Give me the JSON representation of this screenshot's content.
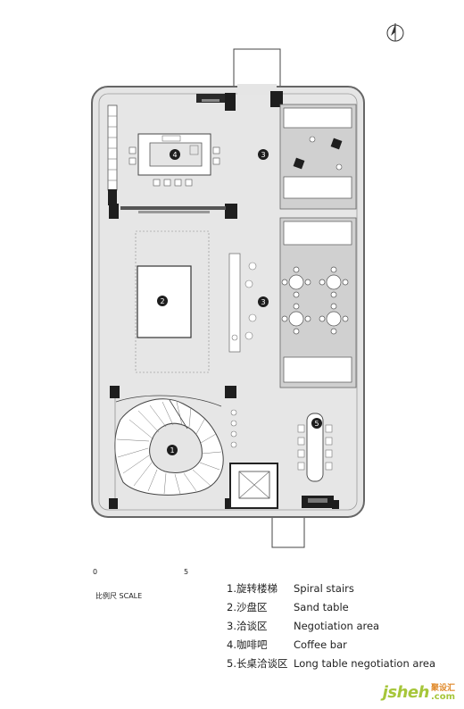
{
  "scale": {
    "zero": "0",
    "five": "5",
    "label": "比例尺  SCALE"
  },
  "areas": [
    {
      "num": "1",
      "cn": "1.旋转楼梯",
      "en": "Spiral stairs"
    },
    {
      "num": "2",
      "cn": "2.沙盘区",
      "en": "Sand table"
    },
    {
      "num": "3",
      "cn": "3.洽谈区",
      "en": "Negotiation area"
    },
    {
      "num": "4",
      "cn": "4.咖啡吧",
      "en": "Coffee bar"
    },
    {
      "num": "5",
      "cn": "5.长桌洽谈区",
      "en": "Long table negotiation area"
    }
  ],
  "plan_markers": [
    "4",
    "3",
    "2",
    "3",
    "1",
    "5"
  ],
  "watermark": {
    "main": "jsheh",
    "cn": "聚设汇",
    "com": ".com"
  },
  "colors": {
    "floor": "#e5e5e5",
    "shaded": "#cfcfcf",
    "wall": "#1e1e1e",
    "accent": "#a6c63a",
    "accent2": "#e0892a"
  }
}
